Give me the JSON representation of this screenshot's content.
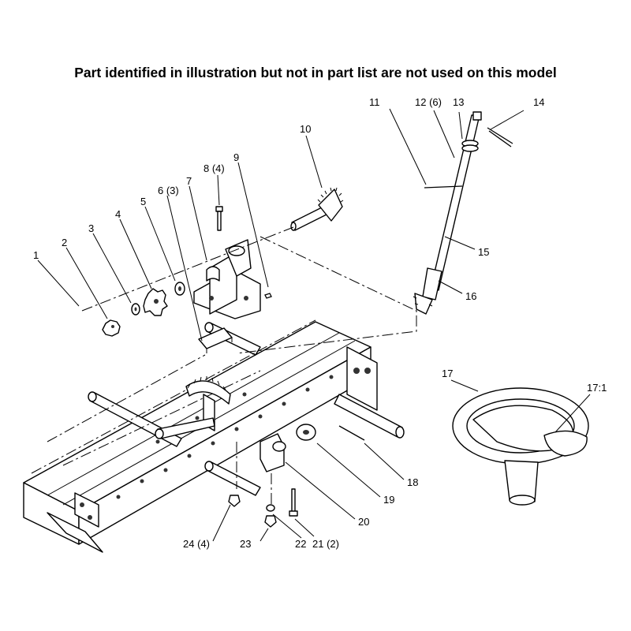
{
  "header": {
    "note": "Part identified in illustration but not in part list are not used on this model"
  },
  "callouts": {
    "c1": "1",
    "c2": "2",
    "c3": "3",
    "c4": "4",
    "c5": "5",
    "c6": "6 (3)",
    "c7": "7",
    "c8": "8 (4)",
    "c9": "9",
    "c10": "10",
    "c11": "11",
    "c12": "12 (6)",
    "c13": "13",
    "c14": "14",
    "c15": "15",
    "c16": "16",
    "c17": "17",
    "c17_1": "17:1",
    "c18": "18",
    "c19": "19",
    "c20": "20",
    "c21": "21 (2)",
    "c22": "22",
    "c23": "23",
    "c24": "24 (4)"
  }
}
